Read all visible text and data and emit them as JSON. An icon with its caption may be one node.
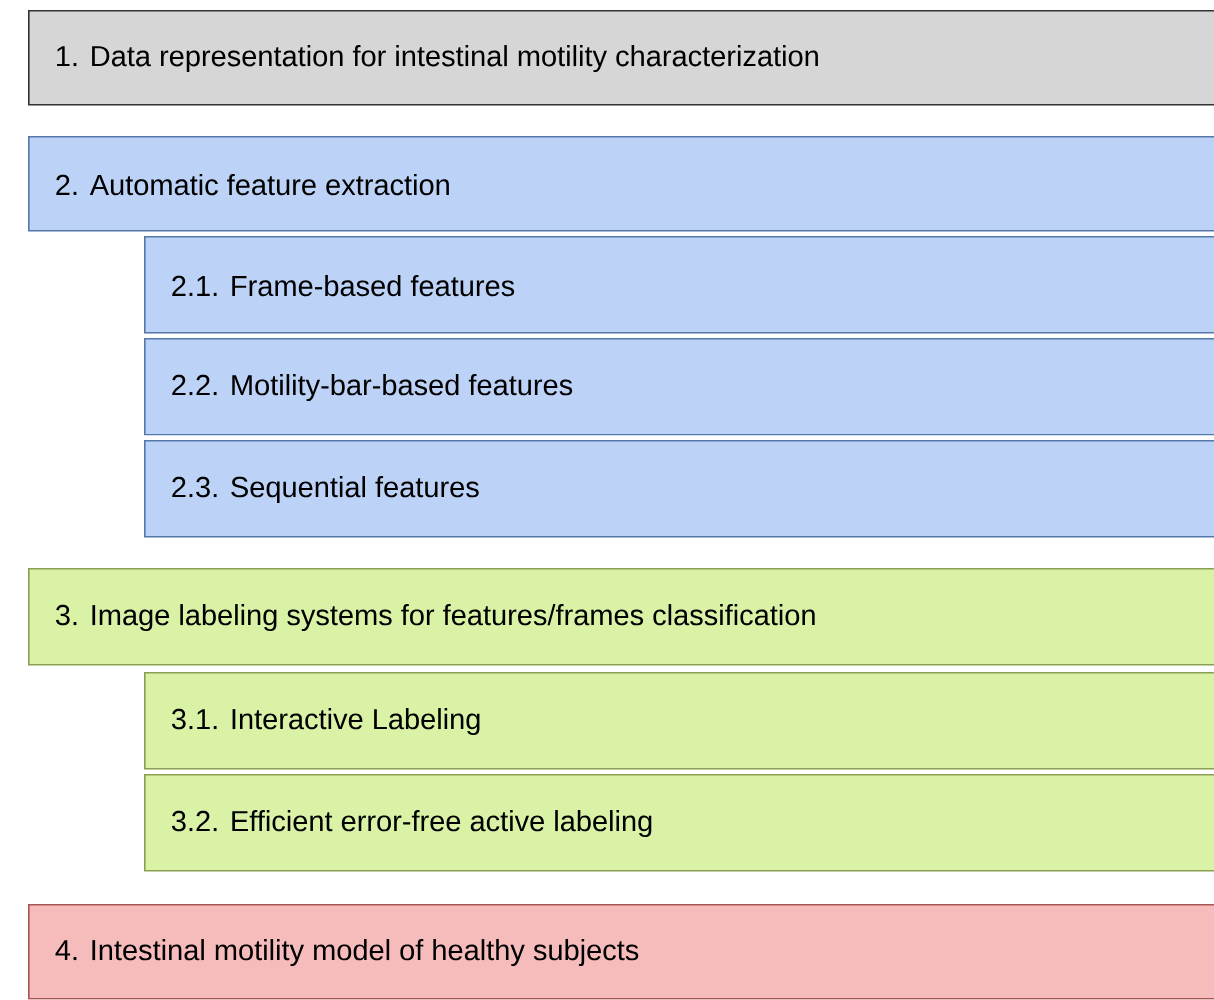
{
  "diagram": {
    "nodes": [
      {
        "text": [
          "1. Data representation for intestinal motility characterization"
        ]
      },
      {
        "text": [
          "2. Automatic feature extraction"
        ]
      },
      {
        "text": [
          "2.1. Frame-based features"
        ]
      },
      {
        "text": [
          "2.2. Motility-bar-based features"
        ]
      },
      {
        "text": [
          "2.3. Sequential features"
        ]
      },
      {
        "text": [
          "3. Image labeling systems for features/frames classification"
        ]
      },
      {
        "text": [
          "3.1.  Interactive Labeling"
        ]
      },
      {
        "text": [
          "3.2. Efficient error-free active labeling"
        ]
      },
      {
        "text": [
          "4. Intestinal motility model of healthy subjects"
        ]
      }
    ]
  }
}
